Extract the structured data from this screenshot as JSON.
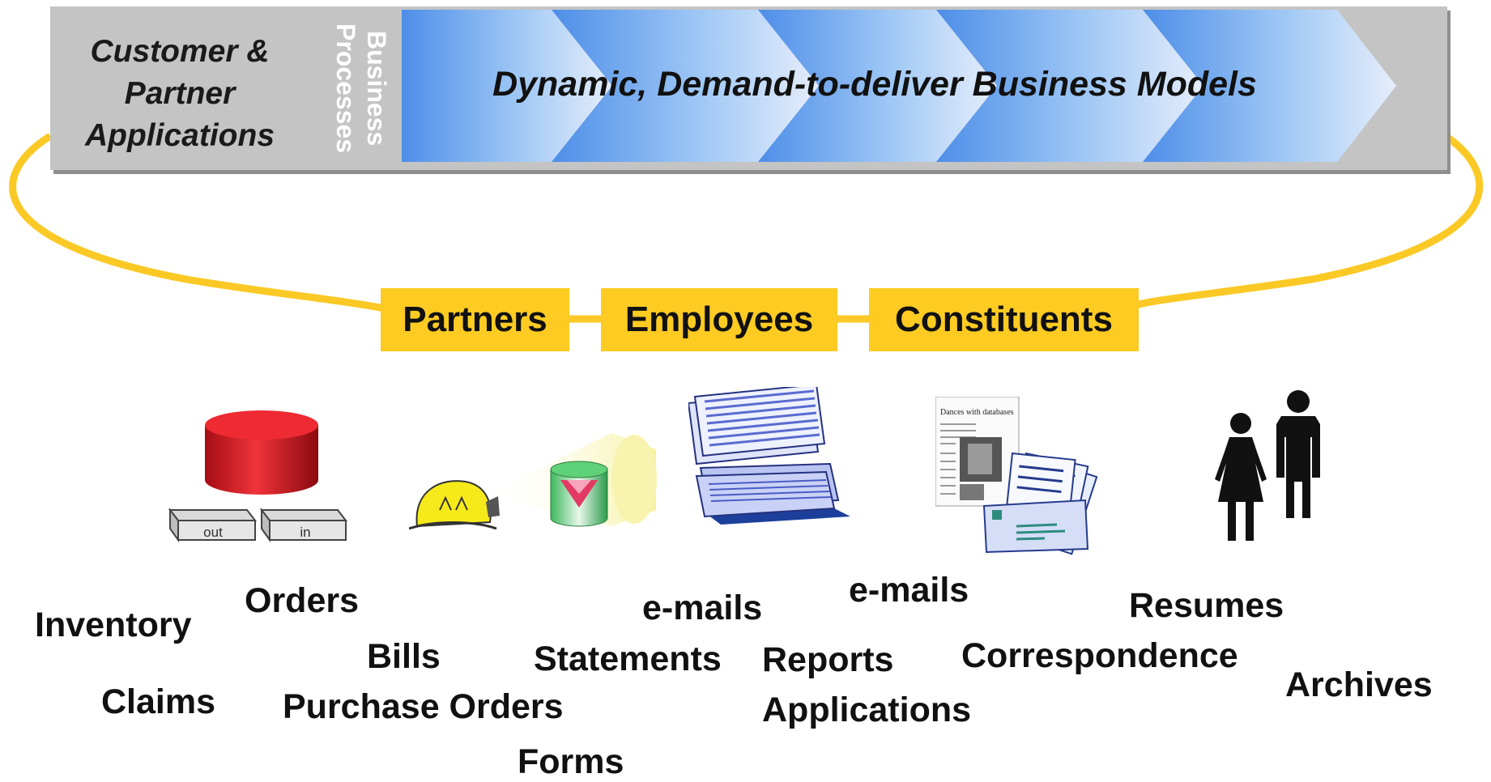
{
  "banner": {
    "left_title": "Customer & Partner Applications",
    "business_processes": "Business\nProcesses",
    "model_title": "Dynamic, Demand-to-deliver Business Models"
  },
  "roles": [
    "Partners",
    "Employees",
    "Constituents"
  ],
  "icons": {
    "tray_out": "out",
    "tray_in": "in",
    "newspaper_headline": "Dances with databases"
  },
  "content_labels": {
    "inventory": "Inventory",
    "orders": "Orders",
    "claims": "Claims",
    "bills": "Bills",
    "purchase_orders": "Purchase Orders",
    "forms": "Forms",
    "emails_1": "e-mails",
    "statements": "Statements",
    "reports": "Reports",
    "applications": "Applications",
    "emails_2": "e-mails",
    "correspondence": "Correspondence",
    "resumes": "Resumes",
    "archives": "Archives"
  },
  "colors": {
    "ring": "#fbc926",
    "role_box": "#fdcb22",
    "banner_gray": "#c4c4c4",
    "chevron_blue": "#6aa8f2",
    "database_red": "#d4202c"
  }
}
